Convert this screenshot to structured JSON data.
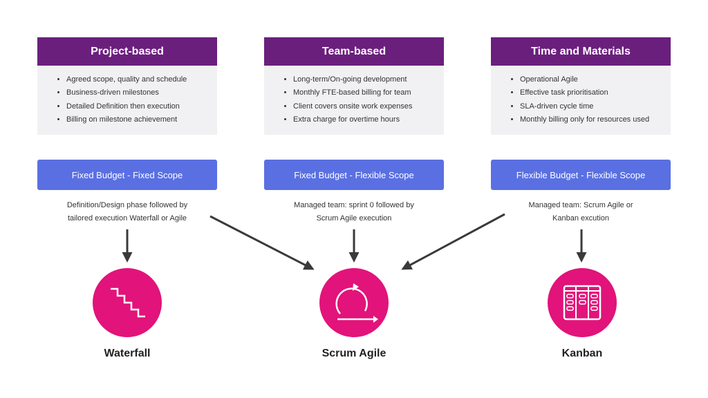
{
  "columns": [
    {
      "title": "Project-based",
      "bullets": [
        "Agreed scope, quality and schedule",
        "Business-driven milestones",
        "Detailed Definition then execution",
        "Billing on milestone achievement"
      ],
      "budget": "Fixed Budget - Fixed Scope",
      "desc_line1": "Definition/Design phase followed by",
      "desc_line2": "tailored execution Waterfall or Agile"
    },
    {
      "title": "Team-based",
      "bullets": [
        "Long-term/On-going development",
        "Monthly FTE-based billing for team",
        "Client covers onsite work expenses",
        "Extra charge for overtime hours"
      ],
      "budget": "Fixed Budget - Flexible Scope",
      "desc_line1": "Managed team: sprint 0 followed by",
      "desc_line2": "Scrum Agile execution"
    },
    {
      "title": "Time and Materials",
      "bullets": [
        "Operational Agile",
        "Effective task prioritisation",
        "SLA-driven cycle time",
        "Monthly billing only for resources used"
      ],
      "budget": "Flexible Budget - Flexible Scope",
      "desc_line1": "Managed team: Scrum Agile or",
      "desc_line2": "Kanban excution"
    }
  ],
  "methods": [
    {
      "label": "Waterfall",
      "icon": "stairs-icon"
    },
    {
      "label": "Scrum Agile",
      "icon": "cycle-icon"
    },
    {
      "label": "Kanban",
      "icon": "kanban-board-icon"
    }
  ],
  "colors": {
    "header": "#6b1f7d",
    "card_body": "#f1f1f4",
    "budget": "#5a70e2",
    "circle": "#e2137a",
    "arrow": "#3a3a3a"
  }
}
